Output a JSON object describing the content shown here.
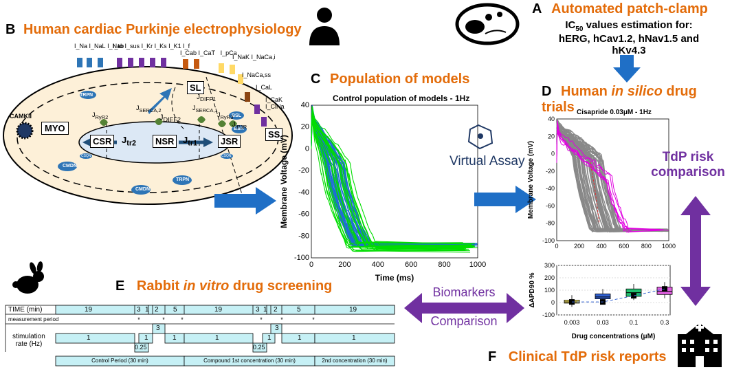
{
  "panel_a": {
    "letter": "A",
    "title": "Automated patch-clamp",
    "desc_line1": "IC",
    "desc_sub": "50",
    "desc_line1_tail": " values estimation for:",
    "desc_line2": "hERG, hCav1.2, hNav1.5 and hKv4.3"
  },
  "panel_b": {
    "letter": "B",
    "title": "Human cardiac Purkinje electrophysiology",
    "currents_left": [
      "I",
      "Na",
      "I",
      "NaL",
      "I",
      "Nab"
    ],
    "labels": {
      "myo": "MYO",
      "nsr": "NSR",
      "csr": "CSR",
      "jsr": "JSR",
      "sl": "SL",
      "ss": "SS",
      "camkii": "CAMKII",
      "trpn": "TRPN",
      "cmdn": "CMDN",
      "csqn": "CSQN",
      "bsl": "BSL",
      "bsr": "BSR",
      "jdiff2": "J",
      "jdiff2_sub": "DIFF2",
      "jdiff1": "J",
      "jdiff1_sub": "DIFF1",
      "jtr2": "J",
      "jtr2_sub": "tr2",
      "jtr1": "J",
      "jtr1_sub": "tr1",
      "jserca2": "J",
      "jserca2_sub": "SERCA,2",
      "jserca1": "J",
      "jserca1_sub": "SERCA,1",
      "jryr2": "J",
      "jryr2_sub": "RyR2",
      "jryr3": "J",
      "jryr3_sub": "RyR3",
      "jip3r": "J",
      "jip3r_sub": "IP3R"
    },
    "channel_labels": [
      "I_Na",
      "I_NaL",
      "I_Nab",
      "I_to",
      "I_sus",
      "I_Kr",
      "I_Ks",
      "I_K1",
      "I_f",
      "I_Cab",
      "I_CaT",
      "I_pCa",
      "I_NaK",
      "I_NaCa,i",
      "I_NaCa,ss",
      "I_CaL",
      "I_CaK",
      "I_ClNa"
    ]
  },
  "panel_c": {
    "letter": "C",
    "title": "Population of models",
    "plot_title": "Control population of models - 1Hz",
    "xlabel": "Time (ms)",
    "ylabel": "Membrane Voltage (mV)",
    "xticks": [
      "0",
      "200",
      "400",
      "600",
      "800",
      "1000"
    ],
    "yticks": [
      "40",
      "20",
      "0",
      "-20",
      "-40",
      "-60",
      "-80",
      "-100"
    ],
    "logo_text": "Virtual Assay"
  },
  "panel_d": {
    "letter": "D",
    "title_pre": "Human ",
    "title_it": "in silico",
    "title_post": " drug trials",
    "plot_title": "Cisapride 0.03μM - 1Hz",
    "ylabel": "Membrane Voltage (mV)",
    "xticks": [
      "0",
      "200",
      "400",
      "600",
      "800",
      "1000"
    ],
    "yticks": [
      "40",
      "20",
      "0",
      "-20",
      "-40",
      "-60",
      "-80",
      "-100"
    ],
    "box_ylabel": "ΔAPD90 %",
    "box_xlabel": "Drug concentrations (μM)",
    "box_xticks": [
      "0.003",
      "0.03",
      "0.1",
      "0.3"
    ],
    "box_yticks": [
      "300",
      "200",
      "100",
      "0",
      "-100"
    ]
  },
  "tdp": {
    "line1": "TdP risk",
    "line2": "comparison"
  },
  "biomarkers": {
    "line1": "Biomarkers",
    "line2": "Comparison"
  },
  "panel_e": {
    "letter": "E",
    "title_pre": "Rabbit ",
    "title_it": "in vitro",
    "title_post": " drug screening",
    "time_label": "TIME (min)",
    "time_values": [
      "19",
      "3",
      "1",
      "2",
      "5",
      "19",
      "3",
      "1",
      "2",
      "5",
      "19"
    ],
    "measurement_label": "measurement period",
    "stim_label1": "stimulation",
    "stim_label2": "rate (Hz)",
    "rate_values": [
      "1",
      "0.25",
      "1",
      "3",
      "1",
      "1",
      "0.25",
      "1",
      "3",
      "1",
      "1"
    ],
    "period_labels": [
      "Control Period (30 min)",
      "Compound 1st concentration (30 min)",
      "2nd concentration (30 min)"
    ]
  },
  "panel_f": {
    "letter": "F",
    "title": "Clinical TdP risk reports"
  },
  "chart_data": [
    {
      "type": "line",
      "title": "Control population of models - 1Hz",
      "xlabel": "Time (ms)",
      "ylabel": "Membrane Voltage (mV)",
      "xlim": [
        0,
        1000
      ],
      "ylim": [
        -100,
        40
      ],
      "series": [
        {
          "color": "#1f6fd1"
        },
        {
          "color": "#00dd00"
        }
      ]
    },
    {
      "type": "line",
      "title": "Cisapride 0.03μM - 1Hz",
      "ylabel": "Membrane Voltage (mV)",
      "xlim": [
        0,
        1000
      ],
      "ylim": [
        -100,
        40
      ],
      "series": [
        {
          "color": "#888888"
        },
        {
          "color": "#e000e0"
        },
        {
          "color": "#e03030"
        }
      ]
    },
    {
      "type": "box",
      "xlabel": "Drug concentrations (μM)",
      "ylabel": "ΔAPD90 %",
      "categories": [
        "0.003",
        "0.03",
        "0.1",
        "0.3"
      ],
      "ylim": [
        -100,
        300
      ],
      "medians": [
        5,
        45,
        80,
        90
      ],
      "q1": [
        -5,
        30,
        50,
        65
      ],
      "q3": [
        20,
        70,
        110,
        125
      ],
      "squares": [
        5,
        5,
        55,
        110
      ],
      "colors": [
        "#f0e060",
        "#3060d0",
        "#20c070",
        "#e060e0"
      ]
    }
  ]
}
